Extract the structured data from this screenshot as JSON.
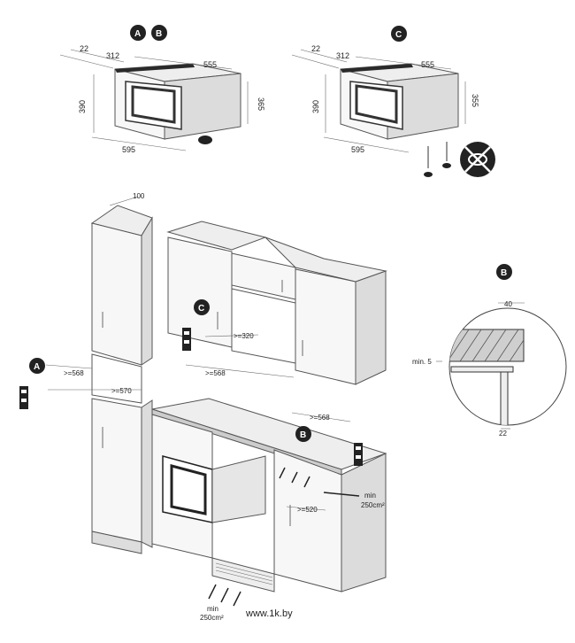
{
  "top_left": {
    "badges": [
      "A",
      "B"
    ],
    "dims": {
      "depth_gap": "22",
      "depth": "312",
      "width_top": "555",
      "height_left": "390",
      "height_right": "365",
      "width_bottom": "595"
    }
  },
  "top_right": {
    "badges": [
      "C"
    ],
    "dims": {
      "depth_gap": "22",
      "depth": "312",
      "width_top": "555",
      "height_left": "390",
      "height_right": "355",
      "width_bottom": "595"
    }
  },
  "kitchen": {
    "top_gap": "100",
    "A": {
      "badge": "A",
      "w1": ">=568",
      "w2": ">=570"
    },
    "C": {
      "badge": "C",
      "w1": ">=320",
      "w2": ">=568"
    },
    "B": {
      "badge": "B",
      "w1": ">=568",
      "w2": ">=520",
      "vent_right_min": "min",
      "vent_right_area": "250cm²",
      "vent_bottom_min": "min",
      "vent_bottom_area": "250cm²"
    }
  },
  "detail": {
    "badge": "B",
    "d1": "40",
    "d2": "min. 5",
    "d3": "22"
  },
  "watermark": "www.1k.by",
  "colors": {
    "badge": "#222222",
    "line": "#444444",
    "cabinet": "#f7f7f7",
    "side": "#dcdcdc"
  }
}
